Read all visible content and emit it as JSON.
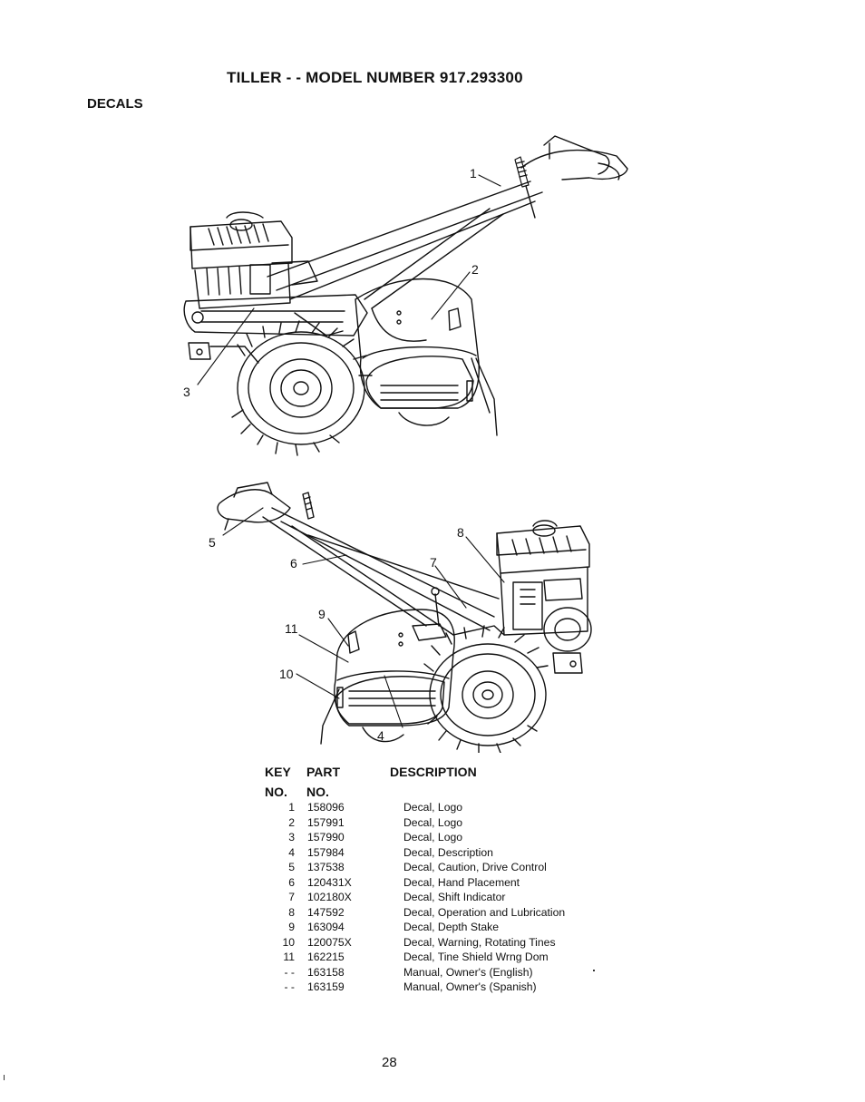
{
  "header": {
    "title": "TILLER - - MODEL NUMBER 917.293300",
    "section": "DECALS"
  },
  "callouts": [
    "1",
    "2",
    "3",
    "4",
    "5",
    "6",
    "7",
    "8",
    "9",
    "10",
    "11"
  ],
  "table": {
    "headers": {
      "key_line1": "KEY",
      "key_line2": "NO.",
      "part_line1": "PART",
      "part_line2": "NO.",
      "description": "DESCRIPTION"
    },
    "rows": [
      {
        "key": "1",
        "part": "158096",
        "description": "Decal, Logo"
      },
      {
        "key": "2",
        "part": "157991",
        "description": "Decal, Logo"
      },
      {
        "key": "3",
        "part": "157990",
        "description": "Decal, Logo"
      },
      {
        "key": "4",
        "part": "157984",
        "description": "Decal, Description"
      },
      {
        "key": "5",
        "part": "137538",
        "description": "Decal, Caution, Drive Control"
      },
      {
        "key": "6",
        "part": "120431X",
        "description": "Decal, Hand Placement"
      },
      {
        "key": "7",
        "part": "102180X",
        "description": "Decal, Shift Indicator"
      },
      {
        "key": "8",
        "part": "147592",
        "description": "Decal, Operation and Lubrication"
      },
      {
        "key": "9",
        "part": "163094",
        "description": "Decal, Depth Stake"
      },
      {
        "key": "10",
        "part": "120075X",
        "description": "Decal, Warning, Rotating Tines"
      },
      {
        "key": "11",
        "part": "162215",
        "description": "Decal, Tine Shield Wrng Dom"
      },
      {
        "key": "- -",
        "part": "163158",
        "description": "Manual, Owner's (English)"
      },
      {
        "key": "- -",
        "part": "163159",
        "description": "Manual, Owner's (Spanish)"
      }
    ]
  },
  "footer": {
    "page_number": "28"
  }
}
